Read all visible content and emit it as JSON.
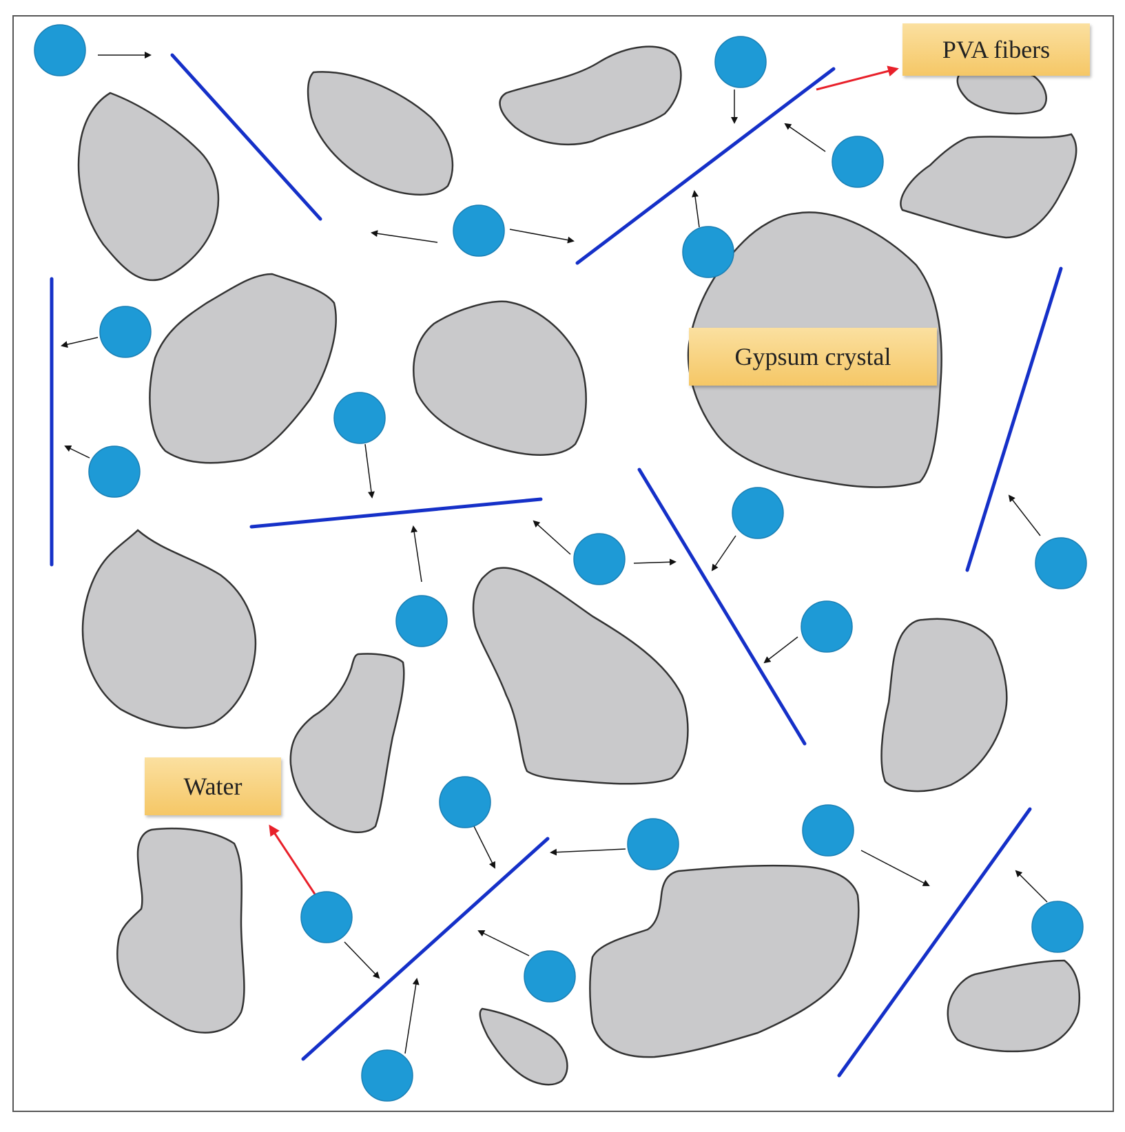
{
  "labels": {
    "pva_fibers": "PVA fibers",
    "gypsum_crystal": "Gypsum crystal",
    "water": "Water"
  },
  "colors": {
    "fiber": "#1530c8",
    "water": "#1e9ad6",
    "gypsum_fill": "#c9c9cb",
    "gypsum_stroke": "#333333",
    "label_fill": "#f9d37e",
    "arrow_black": "#111111",
    "arrow_red": "#e8202a"
  }
}
